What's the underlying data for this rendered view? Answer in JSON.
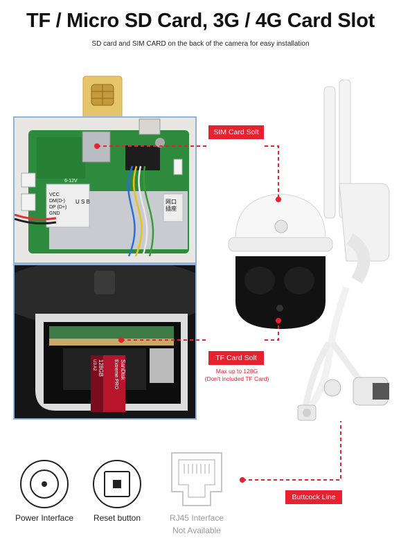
{
  "title": "TF / Micro SD Card, 3G / 4G Card Slot",
  "subtitle": "SD card and SIM CARD on the back of the camera for easy installation",
  "board_labels": {
    "voltage": "6-12V",
    "pins": [
      "VCC",
      "DM(D-)",
      "DP (D+)",
      "GND"
    ],
    "usb": "U S B",
    "network": [
      "网口",
      "插座"
    ]
  },
  "sd_card": {
    "brand": "SanDisk",
    "line": "Extreme PRO",
    "capacity": "128GB",
    "specs": "U3 A2"
  },
  "callouts": {
    "sim": "SIM Card Solt",
    "tf": "TF Card Solt",
    "tf_note_1": "Max up to 128G",
    "tf_note_2": "(Don't included TF Card)",
    "buttcock": "Buttcock Line"
  },
  "interfaces": [
    {
      "label": "Power Interface"
    },
    {
      "label": "Reset button"
    },
    {
      "label": "RJ45 Interface",
      "sublabel": "Not Available"
    }
  ],
  "colors": {
    "accent": "#e8212f",
    "frame": "#8fb3dd",
    "board": "#2e8b3e"
  }
}
